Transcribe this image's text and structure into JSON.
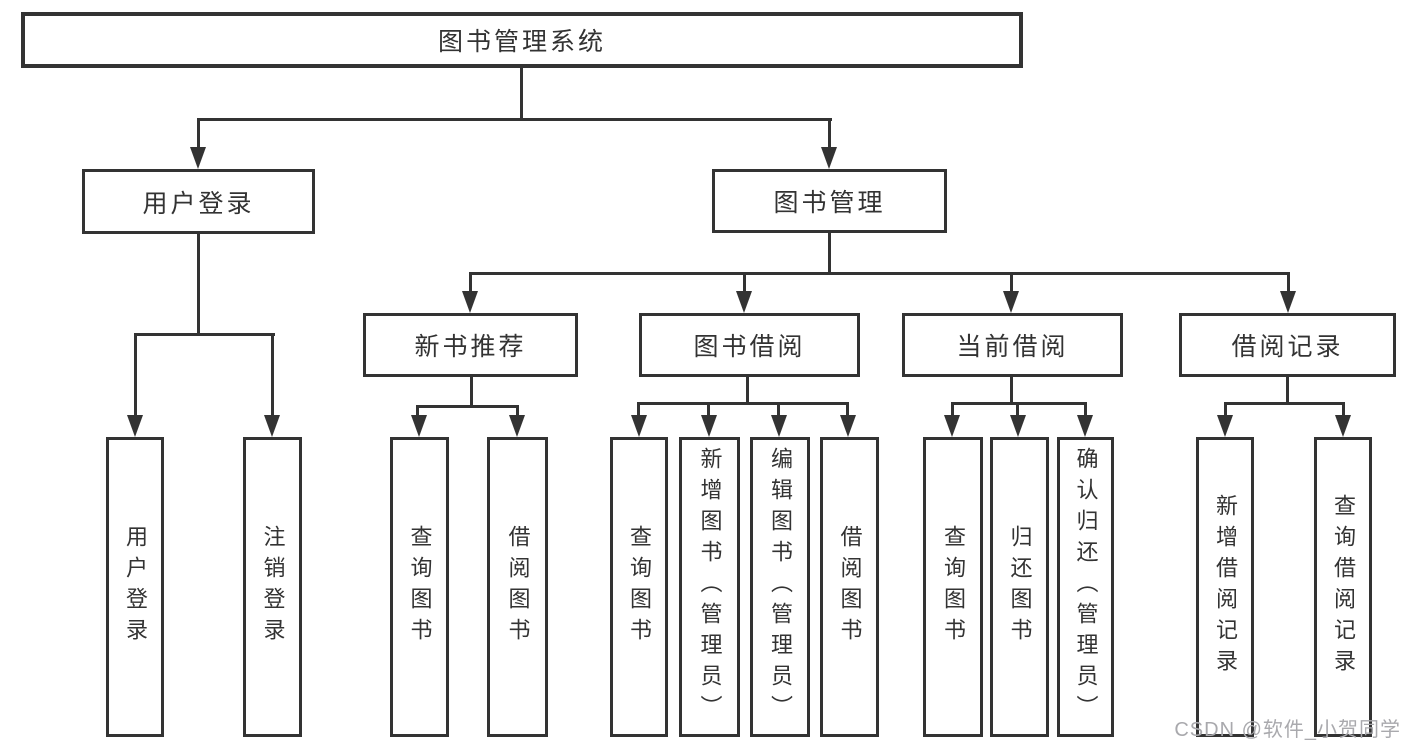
{
  "nodes": {
    "root": "图书管理系统",
    "level2": [
      {
        "label": "用户登录"
      },
      {
        "label": "图书管理"
      }
    ],
    "level3": [
      {
        "label": "新书推荐",
        "parent": "图书管理"
      },
      {
        "label": "图书借阅",
        "parent": "图书管理"
      },
      {
        "label": "当前借阅",
        "parent": "图书管理"
      },
      {
        "label": "借阅记录",
        "parent": "图书管理"
      }
    ],
    "leaves": [
      {
        "label": "用户登录",
        "parent": "用户登录"
      },
      {
        "label": "注销登录",
        "parent": "用户登录"
      },
      {
        "label": "查询图书",
        "parent": "新书推荐"
      },
      {
        "label": "借阅图书",
        "parent": "新书推荐"
      },
      {
        "label": "查询图书",
        "parent": "图书借阅"
      },
      {
        "label": "新增图书（管理员）",
        "parent": "图书借阅"
      },
      {
        "label": "编辑图书（管理员）",
        "parent": "图书借阅"
      },
      {
        "label": "借阅图书",
        "parent": "图书借阅"
      },
      {
        "label": "查询图书",
        "parent": "当前借阅"
      },
      {
        "label": "归还图书",
        "parent": "当前借阅"
      },
      {
        "label": "确认归还（管理员）",
        "parent": "当前借阅"
      },
      {
        "label": "新增借阅记录",
        "parent": "借阅记录"
      },
      {
        "label": "查询借阅记录",
        "parent": "借阅记录"
      }
    ]
  },
  "watermark": "CSDN @软件_小贺同学",
  "colors": {
    "line": "#333333",
    "text": "#333333",
    "watermark": "#a9a9ad",
    "background": "#ffffff"
  }
}
